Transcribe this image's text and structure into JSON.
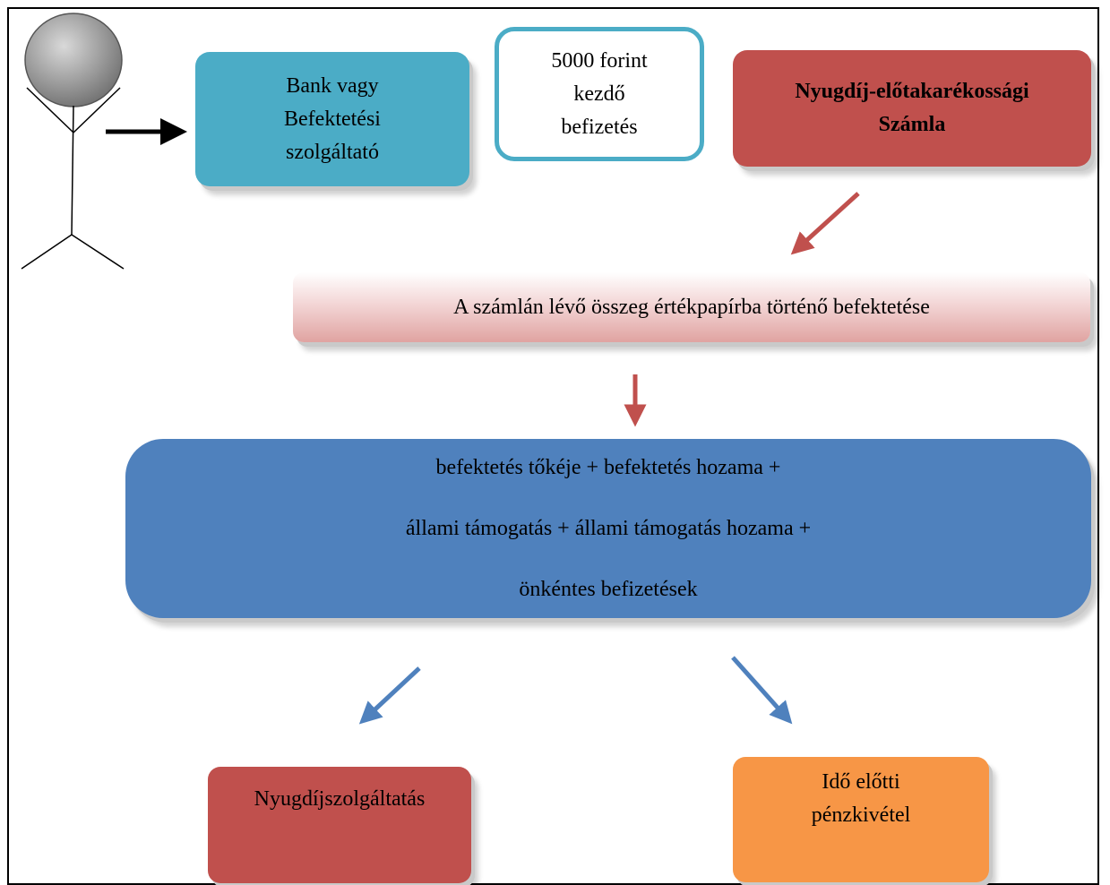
{
  "diagram": {
    "bank_box": {
      "line1": "Bank vagy",
      "line2": "Befektetési",
      "line3": "szolgáltató"
    },
    "initial_payment_box": {
      "line1": "5000 forint",
      "line2": "kezdő",
      "line3": "befizetés"
    },
    "account_box": {
      "line1": "Nyugdíj-előtakarékossági",
      "line2": "Számla"
    },
    "investment_box": {
      "text": "A számlán lévő összeg értékpapírba történő befektetése"
    },
    "sum_box": {
      "line1": "befektetés tőkéje + befektetés hozama +",
      "line2": "állami támogatás + állami támogatás hozama +",
      "line3": "önkéntes befizetések"
    },
    "pension_box": {
      "text": "Nyugdíjszolgáltatás"
    },
    "early_withdrawal_box": {
      "line1": "Idő előtti",
      "line2": "pénzkivétel"
    }
  },
  "colors": {
    "teal": "#4bacc6",
    "red": "#c0504d",
    "blue": "#4f81bd",
    "orange": "#f79646",
    "arrow_red": "#c0504d",
    "arrow_blue": "#4f81bd"
  },
  "icons": {
    "person": "stick-figure-icon"
  }
}
